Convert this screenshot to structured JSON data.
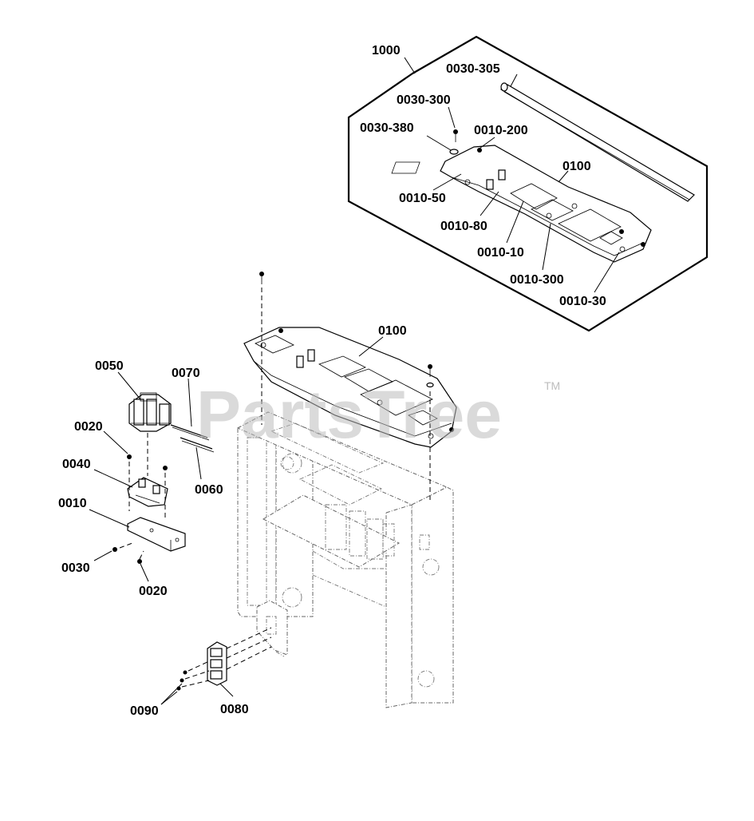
{
  "watermark": {
    "text": "PartsTree",
    "trademark": "TM"
  },
  "inset": {
    "label": "1000"
  },
  "labels": {
    "inset_0030_305": "0030-305",
    "inset_0030_300": "0030-300",
    "inset_0030_380": "0030-380",
    "inset_0010_200": "0010-200",
    "inset_0100": "0100",
    "inset_0010_50": "0010-50",
    "inset_0010_80": "0010-80",
    "inset_0010_10": "0010-10",
    "inset_0010_300": "0010-300",
    "inset_0010_30": "0010-30",
    "main_0100": "0100",
    "p0050": "0050",
    "p0070": "0070",
    "p0020_top": "0020",
    "p0040": "0040",
    "p0060": "0060",
    "p0010": "0010",
    "p0030": "0030",
    "p0020_bottom": "0020",
    "p0090": "0090",
    "p0080": "0080"
  }
}
